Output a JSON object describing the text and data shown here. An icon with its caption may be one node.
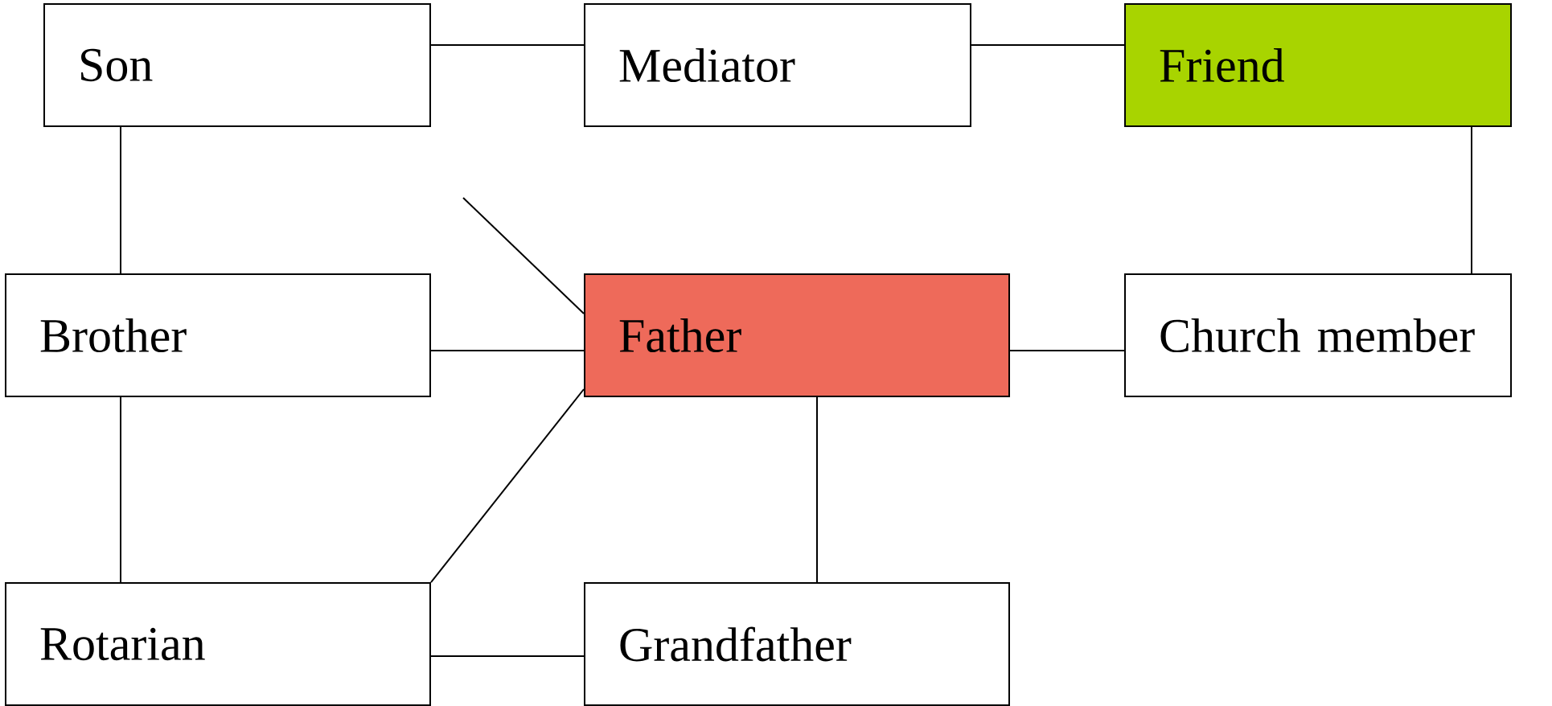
{
  "diagram": {
    "nodes": [
      {
        "text": [
          "Son"
        ]
      },
      {
        "text": [
          "Mediator"
        ]
      },
      {
        "text": [
          "Friend"
        ]
      },
      {
        "text": [
          "Brother"
        ]
      },
      {
        "text": [
          "Father"
        ]
      },
      {
        "text": [
          "Church member"
        ]
      },
      {
        "text": [
          "Rotarian"
        ]
      },
      {
        "text": [
          "Grandfather"
        ]
      }
    ],
    "edges": [
      {
        "from": 0,
        "to": 1,
        "arrow": "none"
      },
      {
        "from": 1,
        "to": 2,
        "arrow": "none"
      },
      {
        "from": 0,
        "to": 3,
        "arrow": "none"
      },
      {
        "from": 2,
        "to": 5,
        "arrow": "none"
      },
      {
        "from": null,
        "to": 4,
        "arrow": "none"
      },
      {
        "from": 3,
        "to": 4,
        "arrow": "none"
      },
      {
        "from": 4,
        "to": 5,
        "arrow": "none"
      },
      {
        "from": 3,
        "to": 6,
        "arrow": "none"
      },
      {
        "from": 4,
        "to": 6,
        "arrow": "none"
      },
      {
        "from": 4,
        "to": 7,
        "arrow": "none"
      },
      {
        "from": 6,
        "to": 7,
        "arrow": "none"
      }
    ]
  }
}
